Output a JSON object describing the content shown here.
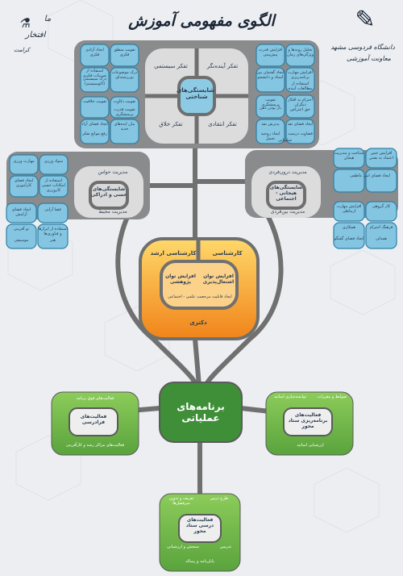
{
  "header": {
    "title": "الگوی مفهومی آموزش",
    "logo_left_line1": "افتخار",
    "logo_left_line2": "ما",
    "logo_left_tag": "کرامت",
    "logo_right_line1": "دانشگاه فردوسی مشهد",
    "logo_right_line2": "معاونت آموزشی"
  },
  "top_group": {
    "hub": "شایستگی‌های شناختی",
    "segment_systemic": "تفکر سیستمی",
    "segment_future": "تفکر آینده‌نگر",
    "segment_creative": "تفکر خلاق",
    "segment_critical": "تفکر انتقادی",
    "tl": [
      "تقویت منطق فکری",
      "ایجاد آزادی فکری",
      "درک موضوعات بین‌رشته‌ای",
      "درک سیستمی (اکوسیستم)",
      "استفاده از تمرینات فکری"
    ],
    "tr": [
      "افزایش قدرت پیش‌بینی",
      "تحلیل روندها و ویژگی‌های زمان",
      "ایجاد گفتمان بین استاد و دانشجو",
      "افزایش مهارت برنامه‌ریزی",
      "استفاده از مطالعات آینده"
    ],
    "bl": [
      "تقویت خلاقیت",
      "تقویت ذکاوت",
      "ایجاد فضای آزاد",
      "بیان ایده‌های جدید",
      "تقویت قدرت پرسشگری",
      "رفع موانع تفکر"
    ],
    "br": [
      "احترام به افکار دیگران",
      "تقویت پرسشگری",
      "ایجاد فضای نقد",
      "پذیرش نقد",
      "باز بودن ذهن",
      "حق اعتراض",
      "ایجاد روحیه تحمل",
      "قضاوت درست",
      "شکیبایی"
    ]
  },
  "left_group": {
    "hub": "شایستگی‌های حسی و ادراکی",
    "segment_top": "مدیریت حواس",
    "segment_bottom": "مدیریت محیط",
    "t": [
      "مهارت ورزی",
      "سواد ورزی",
      "ایجاد فضای کارآموزی",
      "استفاده از امکانات حسی",
      "کارورزی"
    ],
    "b": [
      "ایجاد فضای آرامش",
      "فضا آرایی",
      "نو آفرینی",
      "استفاده از ابزارها و فناوری‌ها",
      "موسیقی",
      "هنر"
    ]
  },
  "right_group": {
    "hub": "شایستگی‌های هیجانی - اجتماعی",
    "segment_top": "مدیریت درون‌فردی",
    "segment_bottom": "مدیریت بین‌فردی",
    "t": [
      "افزایش حس اعتماد به نفس",
      "شناخت و مدیریت هیجان",
      "ایجاد فضای امن عاطفی"
    ],
    "b": [
      "افزایش مهارت ارتباطی",
      "کار گروهی",
      "همکاری",
      "فرهنگ احترام",
      "ایجاد فضای گفتگو",
      "همدلی"
    ]
  },
  "center": {
    "segment_masters": "کارشناسی ارشد",
    "segment_bachelor": "کارشناسی",
    "segment_doctorate": "دکتری",
    "text_left": "افزایش توان پژوهشی",
    "text_right": "افزایش توان اشتغال‌پذیری",
    "text_bottom": "ایجاد قابلیت مرجعیت علمی - اجتماعی"
  },
  "practical": {
    "hub": "برنامه‌های عملیاتی",
    "left_card": "فعالیت‌های فرادرسی",
    "left_top": "فعالیت‌های فوق برنامه",
    "left_bottom": "فعالیت‌های مراکز رشد و کارآفرینی",
    "right_card": "فعالیت‌های برنامه‌ریزی ستاد محور",
    "right_items": [
      "ضوابط و مقررات",
      "توانمندسازی اساتید",
      "ارزشیابی اساتید"
    ],
    "bottom_card": "فعالیت‌های درسی ستاد محور",
    "bottom_items": [
      "طرح درس",
      "تعریف و تدوین سرفصل‌ها",
      "تدریس",
      "سنجش و ارزشیابی",
      "پایان‌نامه و رساله"
    ]
  },
  "colors": {
    "road": "#6e6e6e",
    "card_gray": "#8b8c8e",
    "box_blue": "#7ec4e0",
    "box_blue_edge": "#3a8fb7",
    "hub_blue": "#8ccbe3",
    "orange_top": "#ffc94d",
    "orange_bottom": "#f08a1c",
    "green_dark": "#3f8f38",
    "green_light": "#7bc24f",
    "gray_seg": "#dcdcdc"
  }
}
